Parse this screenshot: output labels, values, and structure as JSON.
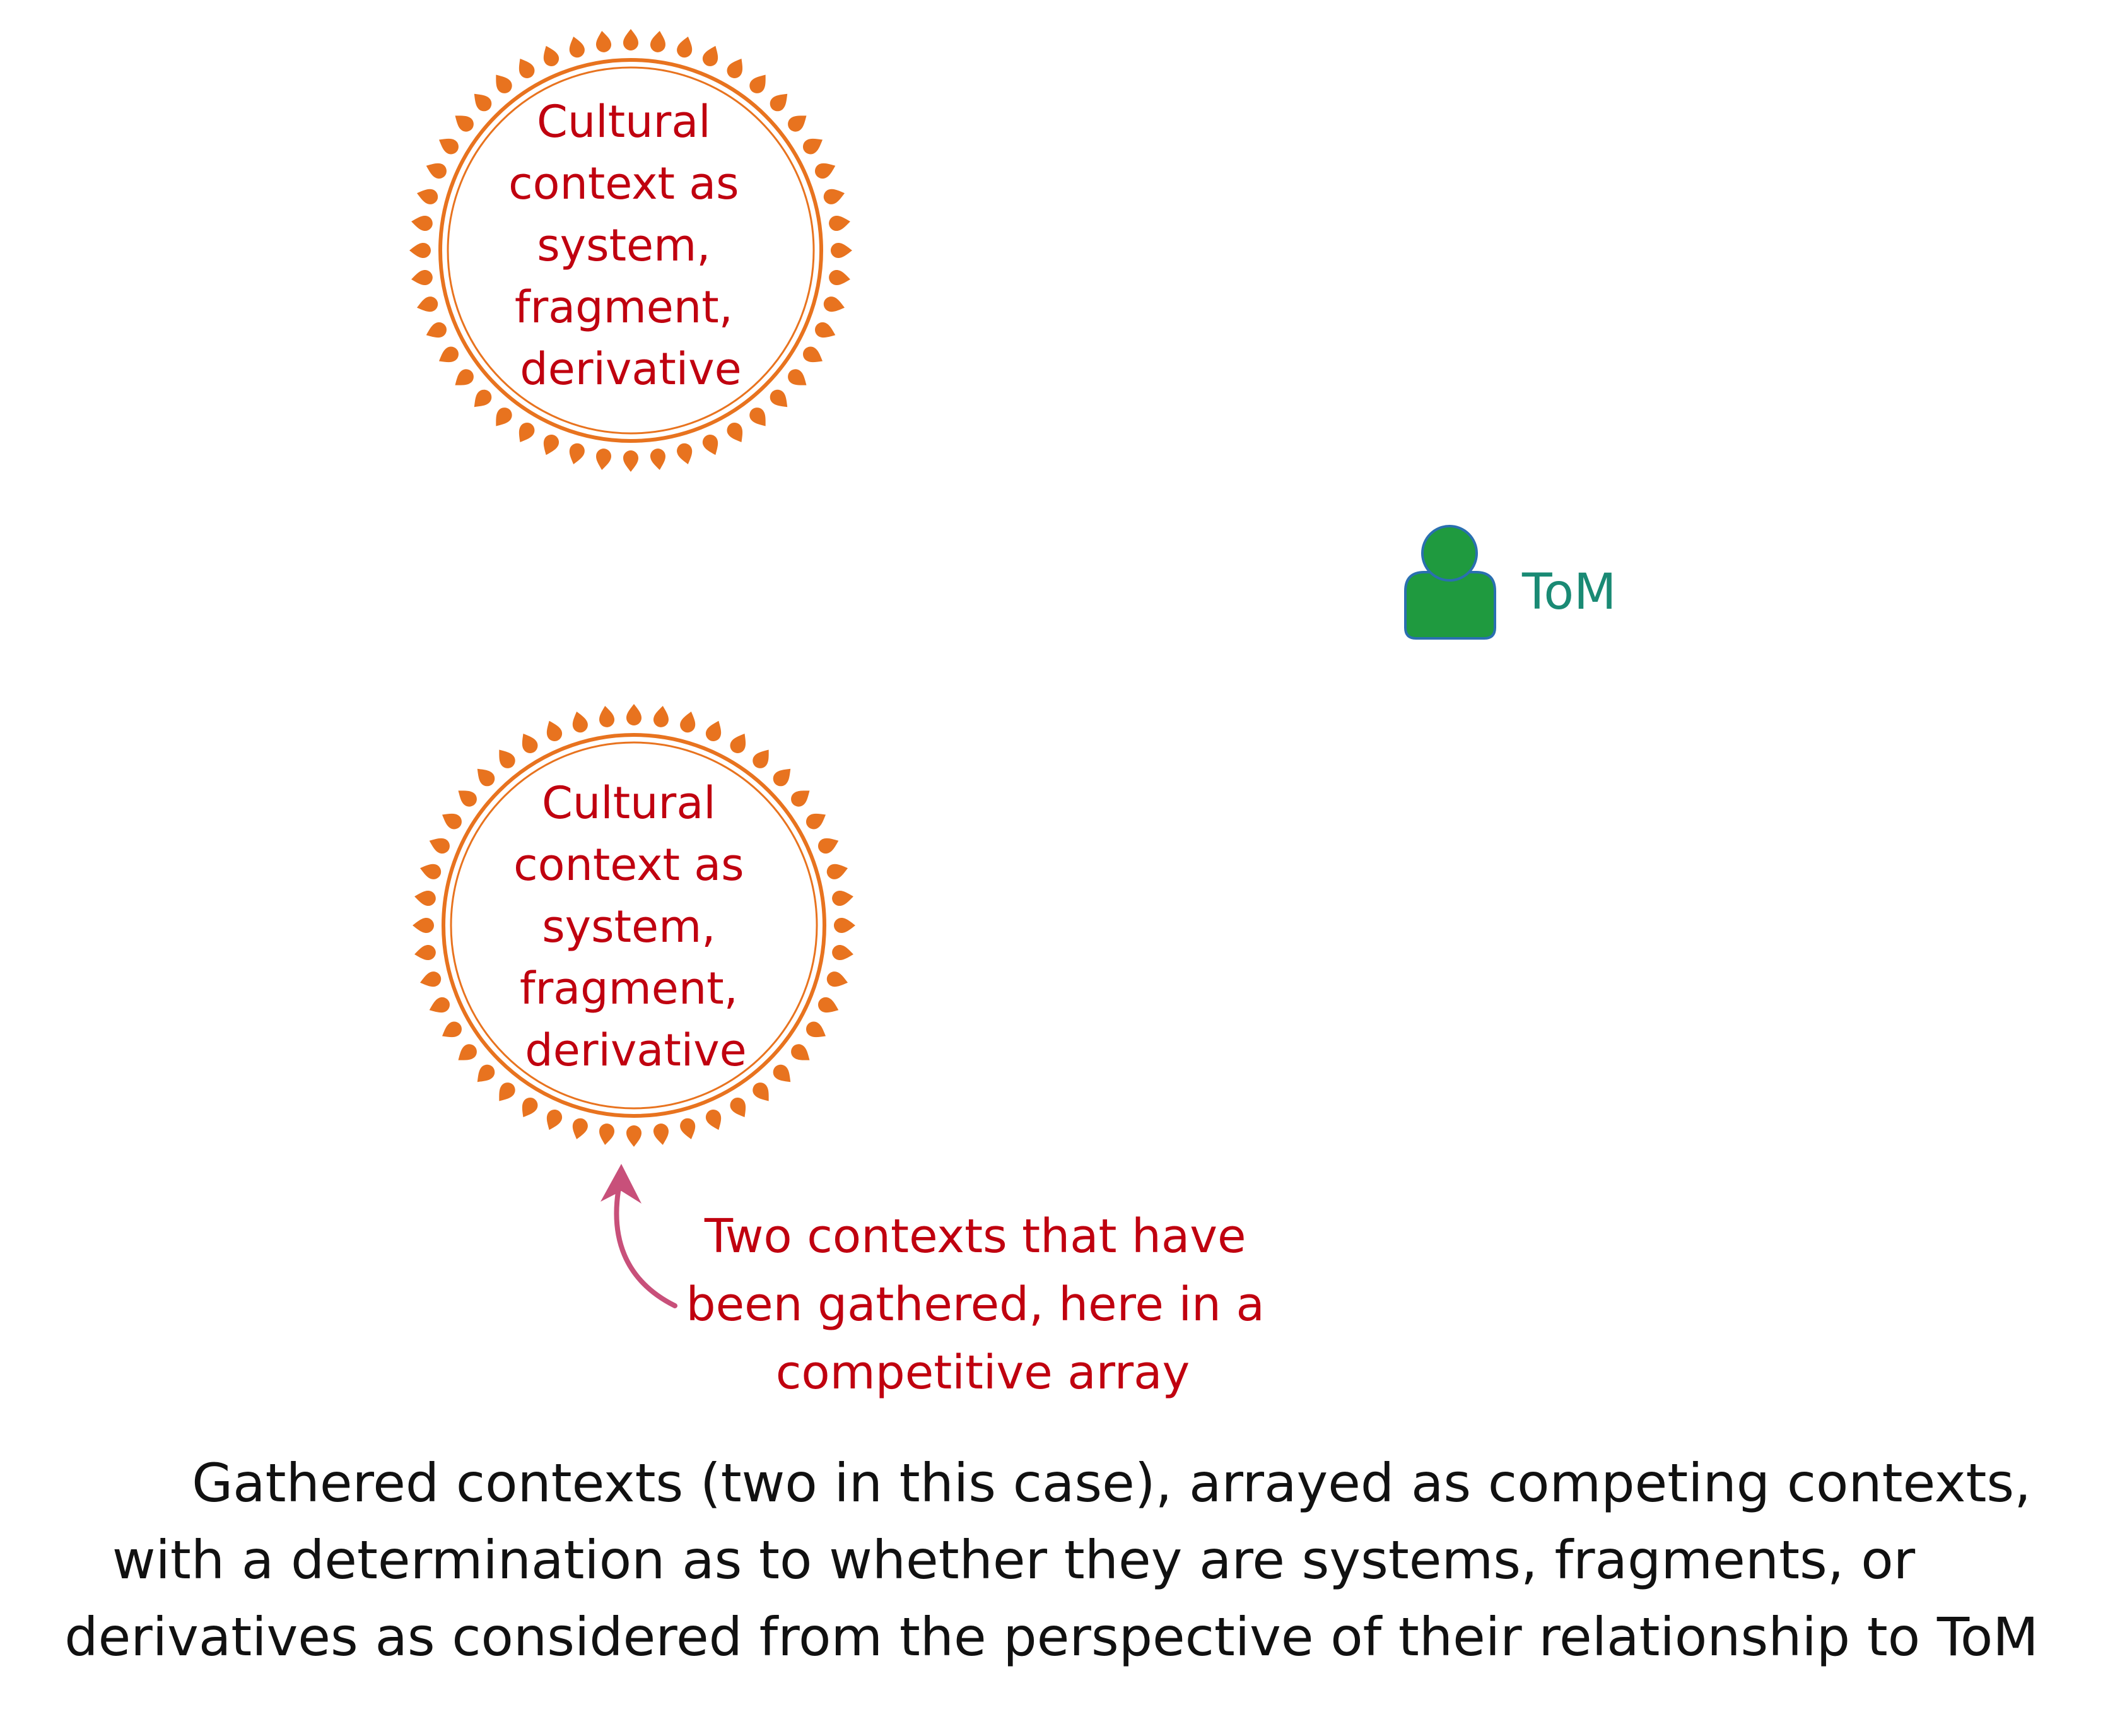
{
  "colors": {
    "ring": "#e8731f",
    "node_text": "#c0000f",
    "person_fill": "#1f9a3f",
    "person_stroke": "#2a6fb0",
    "person_label": "#1a8a74",
    "arrow": "#c8507a",
    "caption": "#111111"
  },
  "nodes": [
    {
      "lines": [
        "Cultural",
        "context as",
        "system,",
        "fragment,",
        "derivative"
      ]
    },
    {
      "lines": [
        "Cultural",
        "context as",
        "system,",
        "fragment,",
        "derivative"
      ]
    }
  ],
  "person": {
    "icon": "person-icon",
    "label": "ToM"
  },
  "callout": {
    "lines": [
      "Two contexts that have",
      "been gathered, here in a",
      "competitive array"
    ]
  },
  "caption": {
    "lines": [
      "Gathered contexts (two in this case), arrayed as competing  contexts,",
      "with a determination as to whether they are systems,  fragments, or",
      "derivatives as considered from the perspective of their relationship to ToM"
    ]
  }
}
